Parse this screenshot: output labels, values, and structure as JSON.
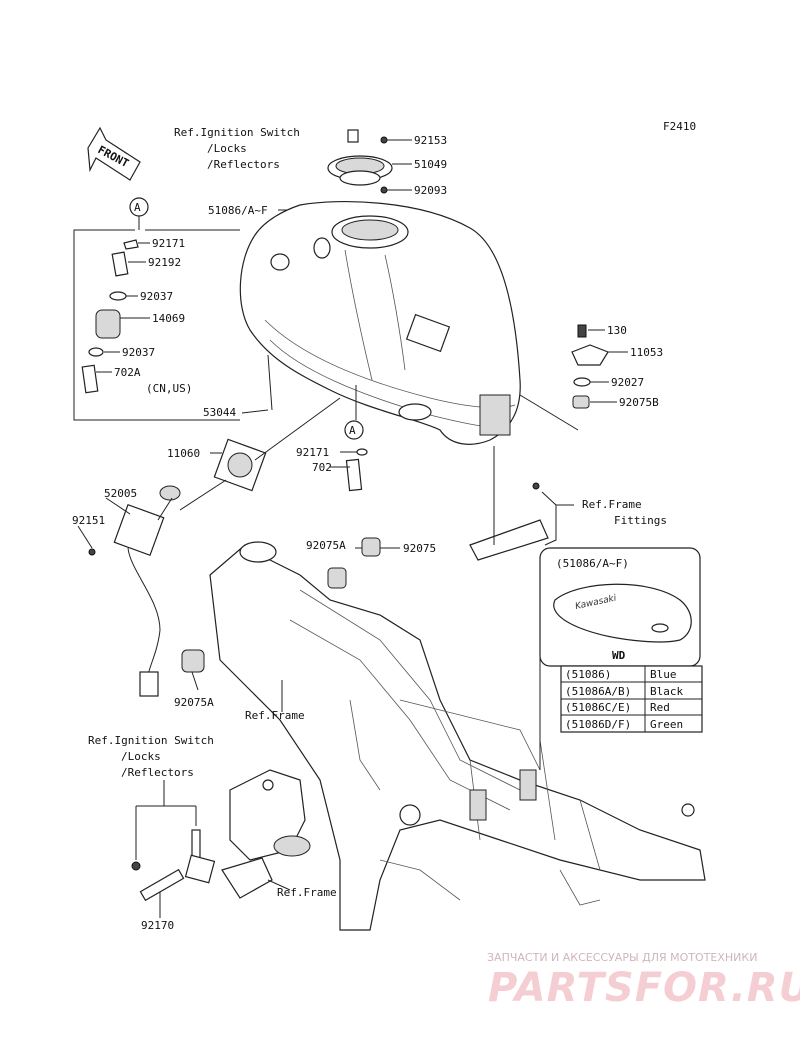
{
  "figure_code": "F2410",
  "front_arrow_text": "FRONT",
  "ref_ignition_top": [
    "Ref.Ignition Switch",
    "/Locks",
    "/Reflectors"
  ],
  "ref_ignition_bottom": [
    "Ref.Ignition Switch",
    "/Locks",
    "/Reflectors"
  ],
  "ref_frame_fittings": [
    "Ref.Frame",
    "Fittings"
  ],
  "ref_frame_1": "Ref.Frame",
  "ref_frame_2": "Ref.Frame",
  "callout_letter": "A",
  "part_numbers": {
    "p92153": "92153",
    "p51049": "51049",
    "p92093": "92093",
    "p51086": "51086/A~F",
    "p92171a": "92171",
    "p92192": "92192",
    "p92037a": "92037",
    "p14069": "14069",
    "p92037b": "92037",
    "p702a": "702A",
    "cn_us": "(CN,US)",
    "p53044": "53044",
    "p11060": "11060",
    "p92171b": "92171",
    "p702": "702",
    "p52005": "52005",
    "p92151": "92151",
    "p130": "130",
    "p11053": "11053",
    "p92027": "92027",
    "p92075b": "92075B",
    "p92075a_top": "92075A",
    "p92075": "92075",
    "p92075a_bottom": "92075A",
    "p92170": "92170"
  },
  "inset": {
    "title": "(51086/A~F)",
    "caption": "WD",
    "brand": "Kawasaki"
  },
  "color_table": [
    {
      "code": "(51086)",
      "color": "Blue"
    },
    {
      "code": "(51086A/B)",
      "color": "Black"
    },
    {
      "code": "(51086C/E)",
      "color": "Red"
    },
    {
      "code": "(51086D/F)",
      "color": "Green"
    }
  ],
  "watermark": {
    "subtitle": "ЗАПЧАСТИ И АКСЕССУАРЫ ДЛЯ МОТОТЕХНИКИ",
    "logo": "PARTSFOR.RU",
    "color": "#e2646f"
  }
}
